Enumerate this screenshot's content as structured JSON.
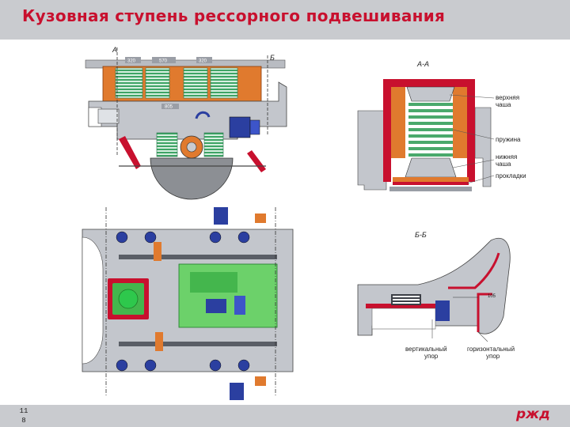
{
  "header": {
    "title": "Кузовная ступень рессорного подвешивания"
  },
  "footer": {
    "page_number_top": "11",
    "page_number_bottom": "8",
    "logo_text": "ржд"
  },
  "side_view": {
    "section_mark_a": "А",
    "section_mark_b": "Б",
    "dims": {
      "d1": "320",
      "d2": "570",
      "d3": "320",
      "d4": "805"
    }
  },
  "section_aa": {
    "title": "А-А",
    "labels": {
      "upper_cup": [
        "верхняя",
        "чаша"
      ],
      "spring": "пружина",
      "lower_cup": [
        "нижняя",
        "чаша"
      ],
      "shims": "прокладки"
    }
  },
  "section_bb": {
    "title": "Б-Б",
    "dim": "105",
    "labels": {
      "vertical_stop": [
        "вертикальный",
        "упор"
      ],
      "horizontal_stop": [
        "горизонтальный",
        "упор"
      ]
    }
  },
  "colors": {
    "accent": "#c8102e",
    "header_bg": "#c9cbcf",
    "body_orange": "#e07a2e",
    "spring_green": "#4aa96c",
    "plate_green": "#2ec84c",
    "blue_parts": "#2b3fa0",
    "frame_gray": "#9a9ea6"
  }
}
